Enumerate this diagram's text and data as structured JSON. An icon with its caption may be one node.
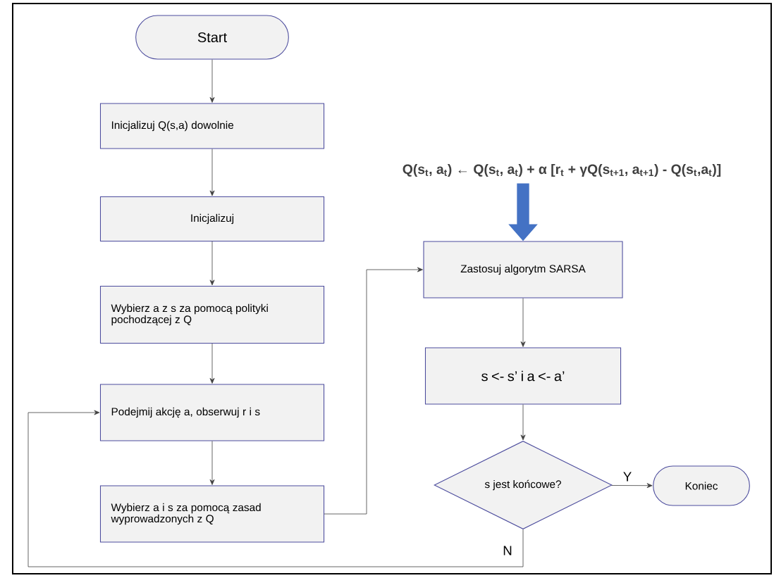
{
  "diagram": {
    "nodes": [
      {
        "text": [
          "Start"
        ]
      },
      {
        "text": [
          "Inicjalizuj Q(s,a) dowolnie"
        ]
      },
      {
        "text": [
          "Inicjalizuj"
        ]
      },
      {
        "text": [
          "Wybierz a z s za pomocą polityki pochodzącej z Q"
        ]
      },
      {
        "text": [
          "Podejmij akcję a, obserwuj r i s"
        ]
      },
      {
        "text": [
          "Wybierz a i s za pomocą zasad wyprowadzonych z Q"
        ]
      },
      {
        "text": [
          "Q(s$_{t}$, a$_{t}$) ← Q(s$_{t}$, a$_{t}$) + α [r$_{t}$ + γQ(s$_{t+1}$, a$_{t+1}$) - Q(s$_{t}$,a$_{t}$)]"
        ]
      },
      {
        "text": [
          "Zastosuj algorytm SARSA"
        ]
      },
      {
        "text": [
          "s <- s’    i    a <- a’"
        ]
      },
      {
        "text": [
          "s jest końcowe?"
        ]
      },
      {
        "text": [
          "Koniec"
        ]
      }
    ],
    "edges": [
      {
        "from": 0,
        "to": 1,
        "arrow": "to"
      },
      {
        "from": 1,
        "to": 2,
        "arrow": "to"
      },
      {
        "from": 2,
        "to": 3,
        "arrow": "to"
      },
      {
        "from": 3,
        "to": 4,
        "arrow": "to"
      },
      {
        "from": 4,
        "to": 5,
        "arrow": "to"
      },
      {
        "from": 5,
        "to": 7,
        "arrow": "to"
      },
      {
        "from": 6,
        "to": 7,
        "arrow": "to",
        "style": "thick",
        "color": "#4472c4"
      },
      {
        "from": 7,
        "to": 8,
        "arrow": "to"
      },
      {
        "from": 8,
        "to": 9,
        "arrow": "to"
      },
      {
        "from": 9,
        "to": 10,
        "arrow": "to",
        "label": "Y"
      },
      {
        "from": 9,
        "to": 4,
        "arrow": "to",
        "label": "N"
      }
    ]
  }
}
